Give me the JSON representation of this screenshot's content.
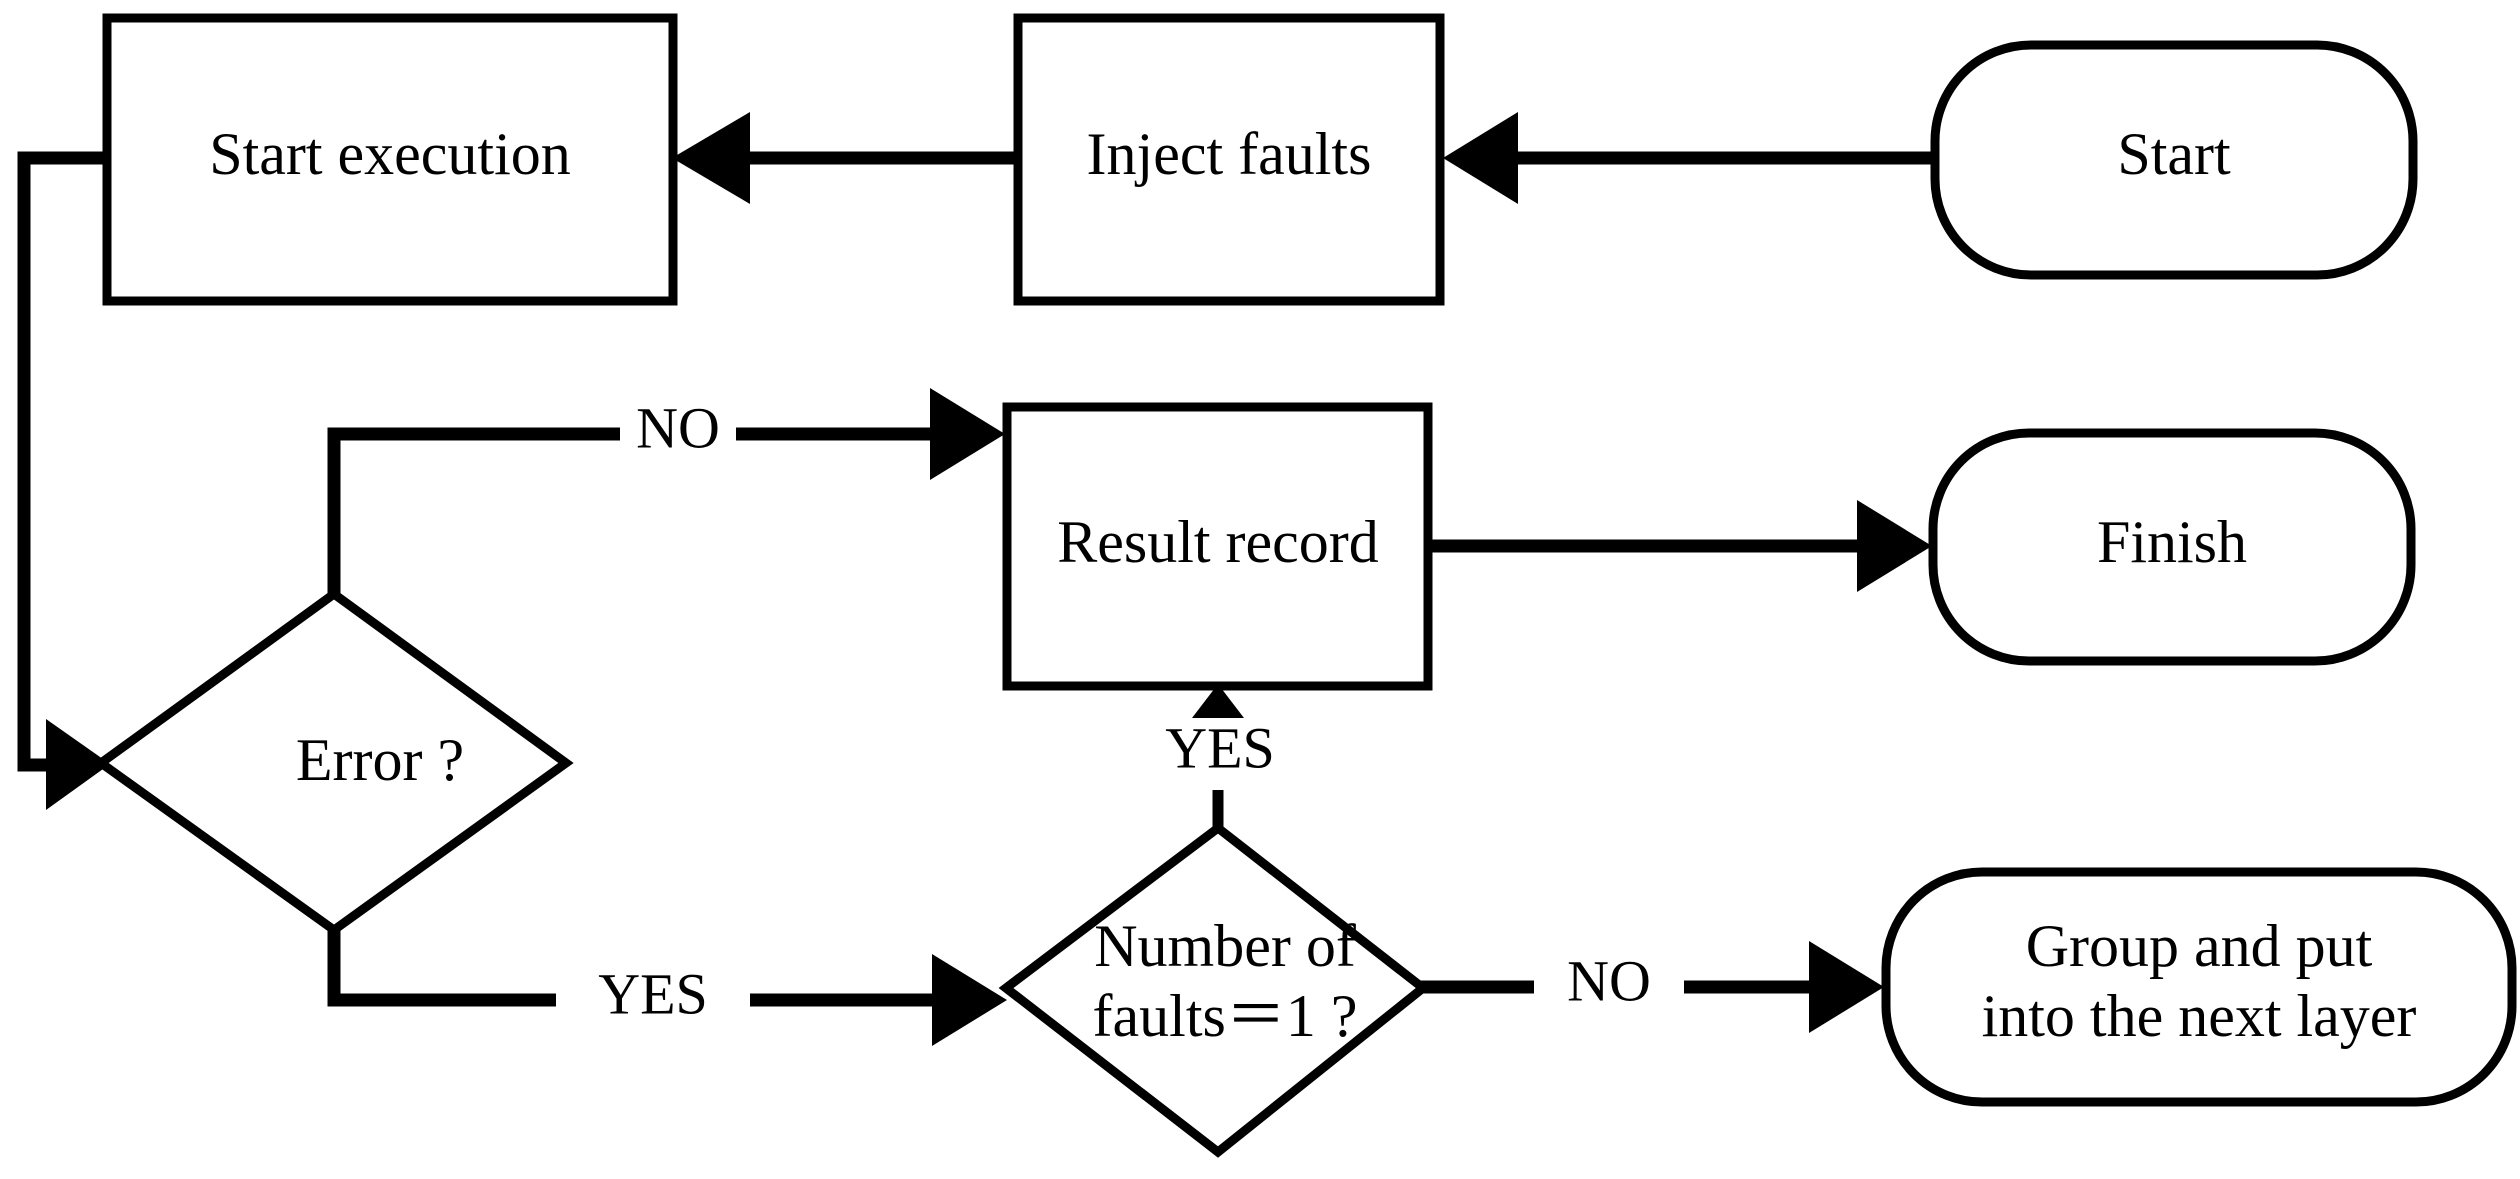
{
  "diagram": {
    "type": "flowchart",
    "orientation": "right-to-left-top-row",
    "background_color": "#ffffff",
    "line_color": "#000000",
    "fill_color": "#ffffff"
  },
  "nodes": {
    "start": {
      "label": "Start",
      "shape": "stadium",
      "role": "terminator-start"
    },
    "inject_faults": {
      "label": "Inject faults",
      "shape": "rectangle",
      "role": "process"
    },
    "start_execution": {
      "label": "Start execution",
      "shape": "rectangle",
      "role": "process"
    },
    "error_decision": {
      "label": "Error ?",
      "shape": "diamond",
      "role": "decision"
    },
    "result_record": {
      "label": "Result record",
      "shape": "rectangle",
      "role": "process"
    },
    "finish": {
      "label": "Finish",
      "shape": "stadium",
      "role": "terminator-end"
    },
    "fault_count_decision": {
      "label_line1": "Number of",
      "label_line2": "faults＝1 ?",
      "shape": "diamond",
      "role": "decision"
    },
    "group_next_layer": {
      "label_line1": "Group and put",
      "label_line2": "into the next layer",
      "shape": "stadium",
      "role": "process"
    }
  },
  "edges": [
    {
      "id": "start-to-inject",
      "from": "start",
      "to": "inject_faults",
      "label": "",
      "direction": "leftward"
    },
    {
      "id": "inject-to-startexec",
      "from": "inject_faults",
      "to": "start_execution",
      "label": "",
      "direction": "leftward"
    },
    {
      "id": "startexec-to-error",
      "from": "start_execution",
      "to": "error_decision",
      "label": "",
      "direction": "loop-left-down"
    },
    {
      "id": "error-no-to-result",
      "from": "error_decision",
      "to": "result_record",
      "label": "NO",
      "direction": "up-then-right"
    },
    {
      "id": "result-to-finish",
      "from": "result_record",
      "to": "finish",
      "label": "",
      "direction": "rightward"
    },
    {
      "id": "error-yes-to-count",
      "from": "error_decision",
      "to": "fault_count_decision",
      "label": "YES",
      "direction": "down-then-right"
    },
    {
      "id": "count-yes-to-result",
      "from": "fault_count_decision",
      "to": "result_record",
      "label": "YES",
      "direction": "upward"
    },
    {
      "id": "count-no-to-group",
      "from": "fault_count_decision",
      "to": "group_next_layer",
      "label": "NO",
      "direction": "rightward"
    }
  ],
  "edge_labels": {
    "no_error": "NO",
    "yes_error": "YES",
    "yes_count": "YES",
    "no_count": "NO"
  }
}
